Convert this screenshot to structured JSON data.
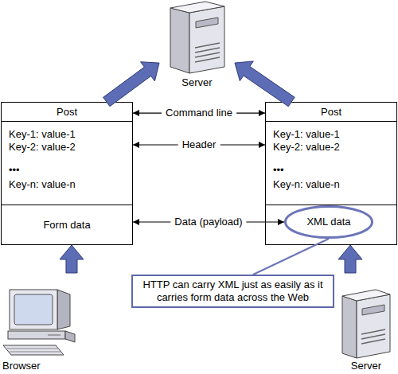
{
  "diagram": {
    "nodes": [
      {
        "text": [
          "Server"
        ]
      },
      {
        "text": [
          "Post"
        ]
      },
      {
        "text": [
          "Key-1: value-1",
          "Key-2: value-2",
          "•••",
          "Key-n: value-n"
        ],
        "in": 1
      },
      {
        "text": [
          "Form data"
        ],
        "in": 1
      },
      {
        "text": [
          "Post"
        ]
      },
      {
        "text": [
          "Key-1: value-1",
          "Key-2: value-2",
          "•••",
          "Key-n: value-n"
        ],
        "in": 4
      },
      {
        "text": [
          "XML data"
        ],
        "in": 4
      },
      {
        "text": [
          "HTTP can carry XML just as easily as it carries form data across the Web"
        ]
      },
      {
        "text": [
          "Browser"
        ]
      },
      {
        "text": [
          "Server"
        ]
      }
    ],
    "edges": [
      {
        "from": 1,
        "to": 0,
        "arrow": "to"
      },
      {
        "from": 4,
        "to": 0,
        "arrow": "to"
      },
      {
        "from": 1,
        "to": 4,
        "label": "Command line",
        "arrow": "both"
      },
      {
        "from": 2,
        "to": 5,
        "label": "Header",
        "arrow": "both"
      },
      {
        "from": 3,
        "to": 6,
        "label": "Data (payload)",
        "arrow": "both"
      },
      {
        "from": 6,
        "to": 7,
        "arrow": "none"
      },
      {
        "from": 8,
        "to": 1,
        "arrow": "to"
      },
      {
        "from": 9,
        "to": 4,
        "arrow": "to"
      }
    ]
  }
}
